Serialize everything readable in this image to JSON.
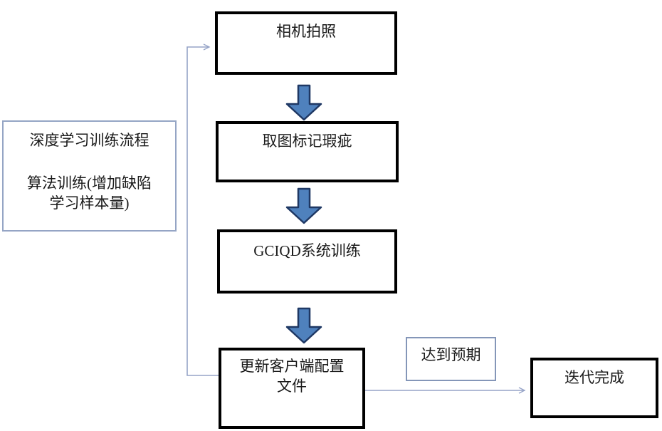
{
  "flowchart": {
    "side_note": {
      "title": "深度学习训练流程",
      "body_line1": "算法训练(增加缺陷",
      "body_line2": "学习样本量)"
    },
    "steps": {
      "step1": "相机拍照",
      "step2": "取图标记瑕疵",
      "step3": "GCIQD系统训练",
      "step4_line1": "更新客户端配置",
      "step4_line2": "文件"
    },
    "branch_label": "达到预期",
    "end_node": "迭代完成",
    "colors": {
      "block_arrow_fill": "#4f81bd",
      "block_arrow_border": "#1f3864",
      "connector_line": "#95a3c7",
      "process_box_border": "#000000",
      "label_box_border": "#8496b8",
      "background": "#ffffff",
      "text": "#1a1a1a"
    },
    "icons": {
      "down_block_arrow": "thick blue downward block arrow",
      "open_arrowhead": "open V arrowhead on thin connector"
    }
  }
}
